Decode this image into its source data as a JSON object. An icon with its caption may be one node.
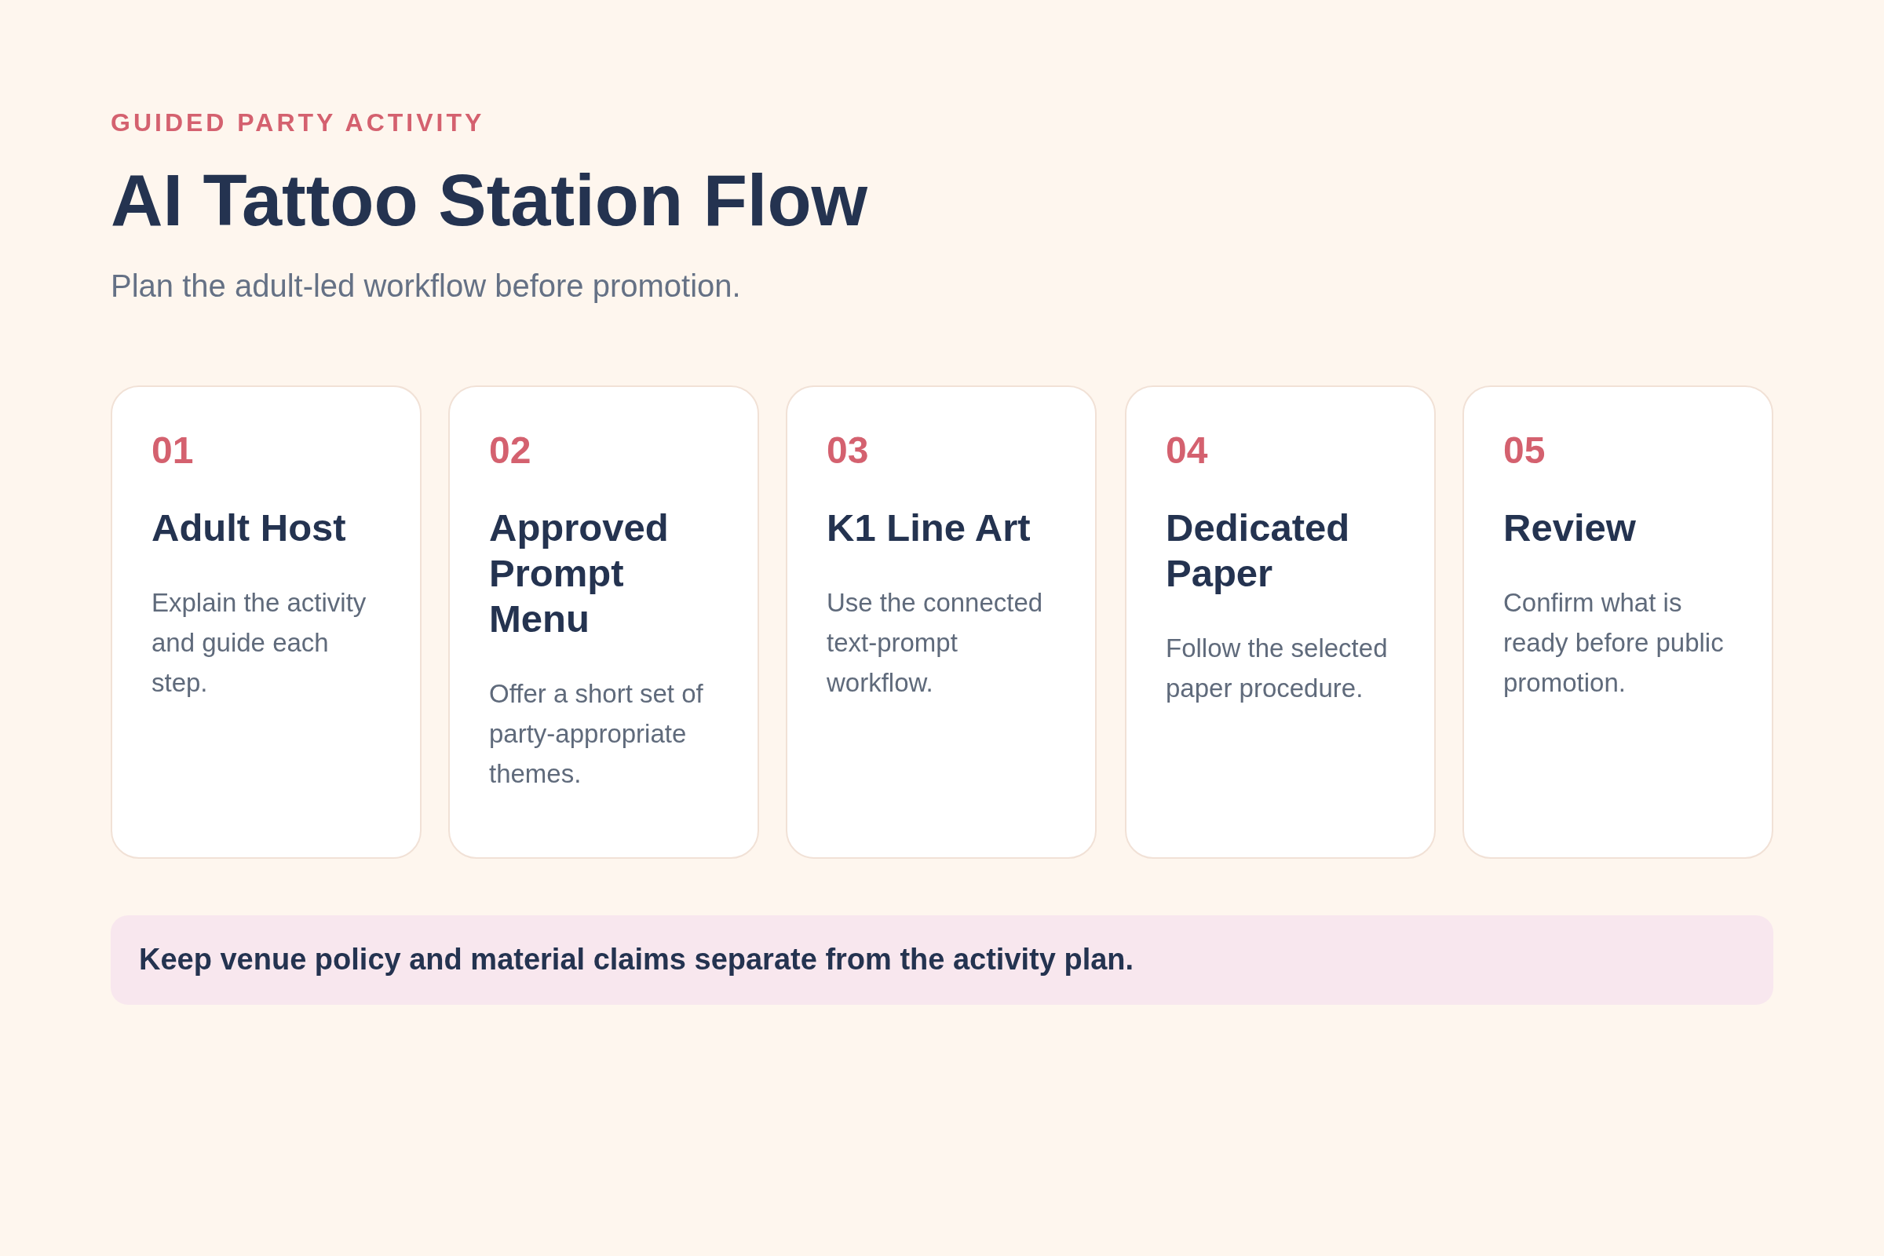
{
  "diagram": {
    "title": "AI Tattoo Station Flow",
    "labels": [
      "GUIDED PARTY ACTIVITY",
      "Plan the adult-led workflow before promotion."
    ],
    "nodes": [
      {
        "text": [
          "01",
          "Adult Host",
          "Explain the activity and guide each step."
        ]
      },
      {
        "text": [
          "02",
          "Approved Prompt Menu",
          "Offer a short set of party-appropriate themes."
        ]
      },
      {
        "text": [
          "03",
          "K1 Line Art",
          "Use the connected text-prompt workflow."
        ]
      },
      {
        "text": [
          "04",
          "Dedicated Paper",
          "Follow the selected paper procedure."
        ]
      },
      {
        "text": [
          "05",
          "Review",
          "Confirm what is ready before public promotion."
        ]
      },
      {
        "text": [
          "Keep venue policy and material claims separate from the activity plan."
        ]
      }
    ]
  }
}
